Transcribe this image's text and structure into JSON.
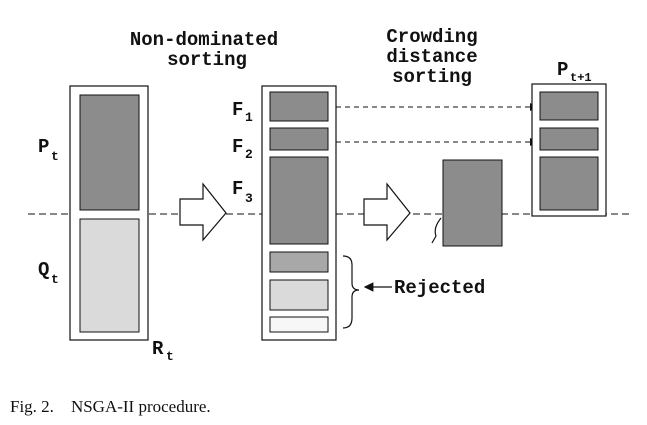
{
  "headings": {
    "nondominated_line1": "Non-dominated",
    "nondominated_line2": "sorting",
    "crowding_line1": "Crowding",
    "crowding_line2": "distance",
    "crowding_line3": "sorting"
  },
  "labels": {
    "p_t_main": "P",
    "p_t_sub": "t",
    "q_t_main": "Q",
    "q_t_sub": "t",
    "r_t_main": "R",
    "r_t_sub": "t",
    "f1_main": "F",
    "f1_sub": "1",
    "f2_main": "F",
    "f2_sub": "2",
    "f3_main": "F",
    "f3_sub": "3",
    "pnext_main": "P",
    "pnext_sub": "t+1",
    "rejected": "Rejected"
  },
  "caption": {
    "figure": "Fig. 2.",
    "text": "NSGA-II procedure."
  },
  "colors": {
    "dark_shade": "#8c8c8c",
    "mid_shade": "#a8a8a8",
    "light_shade": "#dadada",
    "stroke": "#111111"
  }
}
